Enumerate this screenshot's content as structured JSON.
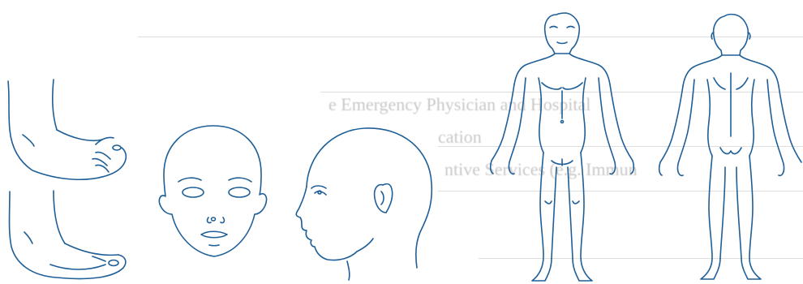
{
  "colors": {
    "ink": "#1f5f97",
    "ghost_rule": "#dedede",
    "ghost_text": "#9b9b9b"
  },
  "show_through_text": [
    "e Emergency Physician and Hospital",
    "cation",
    "ntive Services (e.g. Immun"
  ]
}
